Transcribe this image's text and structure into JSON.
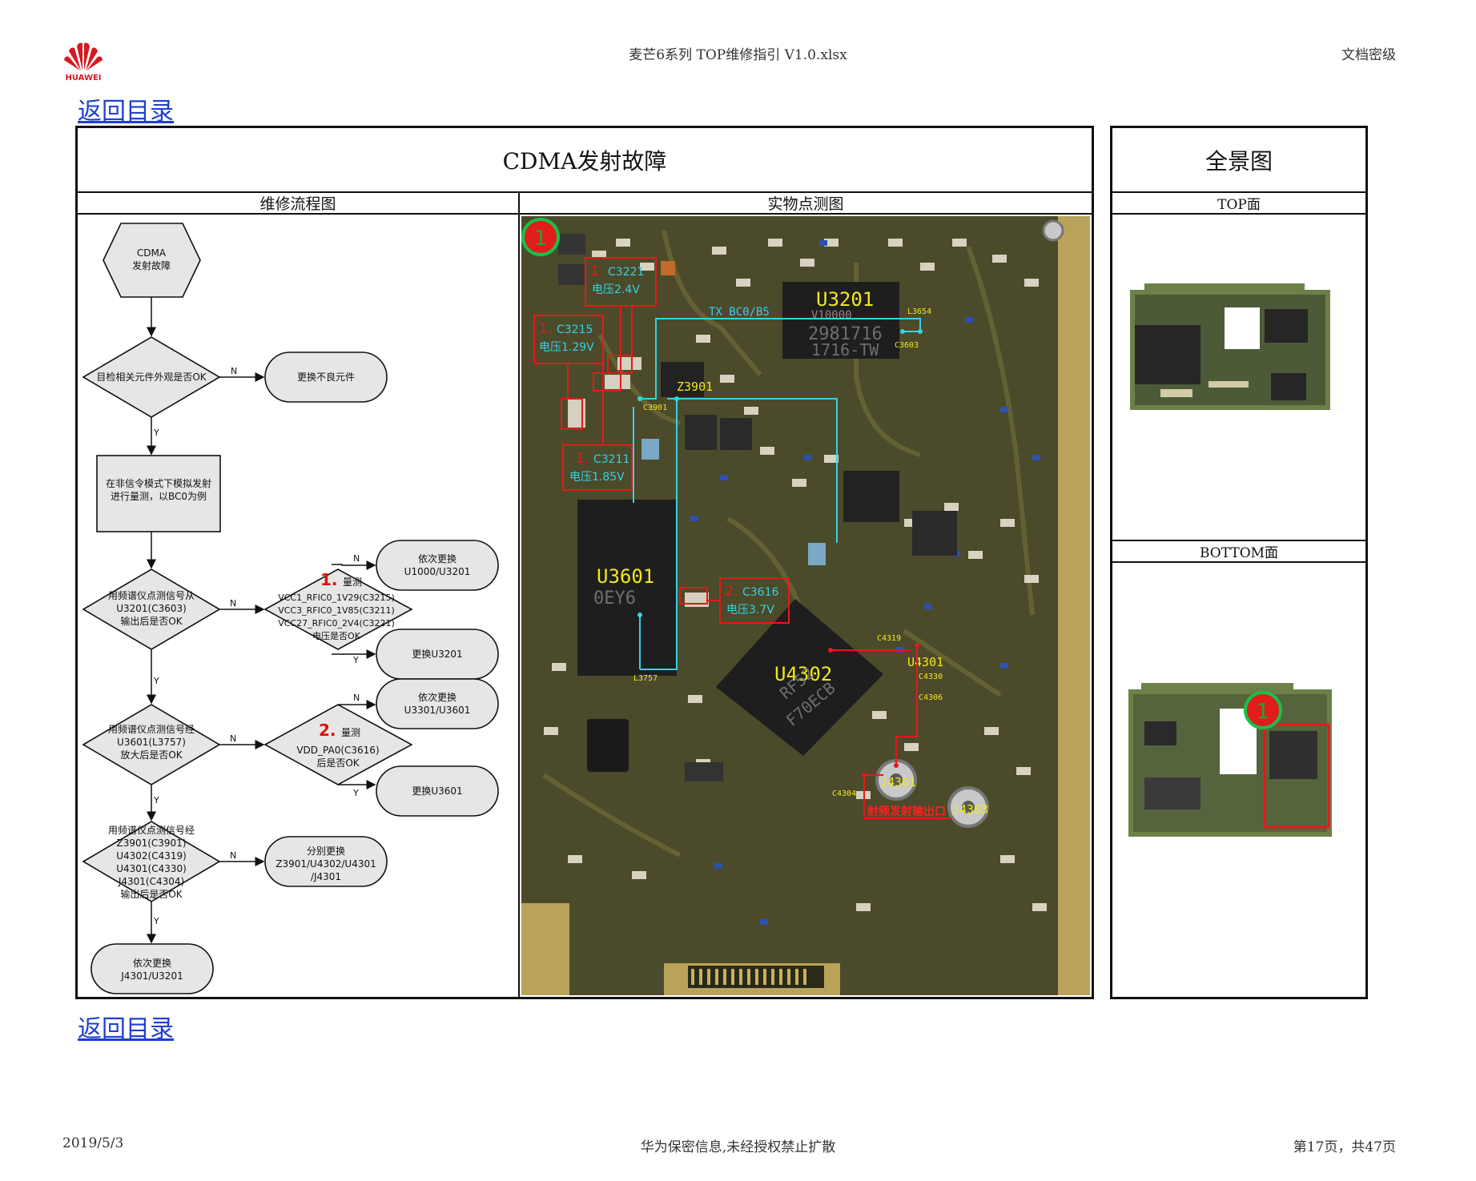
{
  "header": {
    "logo_text": "HUAWEI",
    "doc_title": "麦芒6系列 TOP维修指引  V1.0.xlsx",
    "classification": "文档密级"
  },
  "nav": {
    "back_top": "返回目录",
    "back_bottom": "返回目录"
  },
  "main": {
    "title": "CDMA发射故障",
    "col_flow": "维修流程图",
    "col_photo": "实物点测图"
  },
  "side": {
    "title": "全景图",
    "top_label": "TOP面",
    "bottom_label": "BOTTOM面",
    "marker": "1"
  },
  "flow": {
    "start": [
      "CDMA",
      "发射故障"
    ],
    "d1": "目检相关元件外观是否OK",
    "r1": "更换不良元件",
    "p1": [
      "在非信令模式下模拟发射",
      "进行量测，以BC0为例"
    ],
    "d2": [
      "用频谱仪点测信号从",
      "U3201(C3603)",
      "输出后是否OK"
    ],
    "m1_num": "1.",
    "m1_title": "量测",
    "m1_lines": [
      "VCC1_RFIC0_1V29(C3215)",
      "VCC3_RFIC0_1V85(C3211)",
      "VCC27_RFIC0_2V4(C3221)",
      "电压是否OK"
    ],
    "r2": [
      "依次更换",
      "U1000/U3201"
    ],
    "r3": "更换U3201",
    "d3": [
      "用频谱仪点测信号经",
      "U3601(L3757)",
      "放大后是否OK"
    ],
    "m2_num": "2.",
    "m2_title": "量测",
    "m2_lines": [
      "VDD_PA0(C3616)",
      "后是否OK"
    ],
    "r4": [
      "依次更换",
      "U3301/U3601"
    ],
    "r5": "更换U3601",
    "d4": [
      "用频谱仪点测信号经",
      "Z3901(C3901)",
      "U4302(C4319)",
      "U4301(C4330)",
      "J4301(C4304)",
      "输出后是否OK"
    ],
    "r6": [
      "分别更换",
      "Z3901/U4302/U4301",
      "/J4301"
    ],
    "end": [
      "依次更换",
      "J4301/U3201"
    ],
    "yes": "Y",
    "no": "N"
  },
  "photo": {
    "marker": "1",
    "chips": {
      "u3201": "U3201",
      "u3201_mark1": "V10000",
      "u3201_mark2": "2981716",
      "u3201_mark3": "1716-TW",
      "u3601": "U3601",
      "u3601_mark": "0EY6",
      "u4302": "U4302",
      "u4302_mark1": "RF52",
      "u4302_mark2": "F70ECB",
      "z3901": "Z3901",
      "u4301": "U4301",
      "j4301": "J4301",
      "j4303": "J4303"
    },
    "callouts": {
      "c3221_num": "1.",
      "c3221": "C3221",
      "c3221_v": "电压2.4V",
      "c3215_num": "1.",
      "c3215": "C3215",
      "c3215_v": "电压1.29V",
      "c3211_num": "1.",
      "c3211": "C3211",
      "c3211_v": "电压1.85V",
      "c3616_num": "2.",
      "c3616": "C3616",
      "c3616_v": "电压3.7V",
      "tx_path": "TX BC0/B5",
      "rf_out": "射频发射输出口"
    },
    "small_labels": {
      "l3654": "L3654",
      "c3603": "C3603",
      "c3901": "C3901",
      "l3757": "L3757",
      "c4319": "C4319",
      "c4330": "C4330",
      "c4306": "C4306",
      "c4304": "C4304"
    }
  },
  "footer": {
    "date": "2019/5/3",
    "notice": "华为保密信息,未经授权禁止扩散",
    "page": "第17页，共47页"
  }
}
